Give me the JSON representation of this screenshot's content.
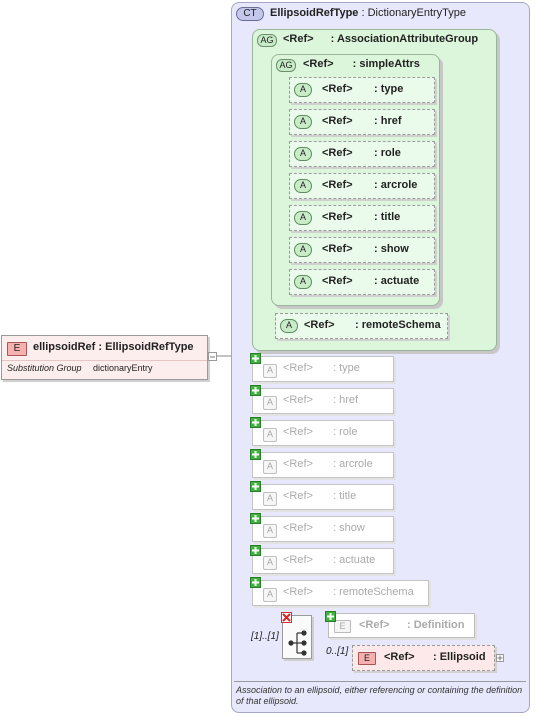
{
  "complex_type": {
    "badge": "CT",
    "title": "EllipsoidRefType",
    "base": ": DictionaryEntryType"
  },
  "element": {
    "badge": "E",
    "title": "ellipsoidRef : EllipsoidRefType",
    "subst_label": "Substitution Group",
    "subst_value": "dictionaryEntry"
  },
  "attribute_group": {
    "badge": "AG",
    "ref": "<Ref>",
    "name": ": AssociationAttributeGroup"
  },
  "inner_group": {
    "badge": "AG",
    "ref": "<Ref>",
    "name": ": simpleAttrs"
  },
  "inner_attributes": [
    {
      "badge": "A",
      "ref": "<Ref>",
      "name": ": type"
    },
    {
      "badge": "A",
      "ref": "<Ref>",
      "name": ": href"
    },
    {
      "badge": "A",
      "ref": "<Ref>",
      "name": ": role"
    },
    {
      "badge": "A",
      "ref": "<Ref>",
      "name": ": arcrole"
    },
    {
      "badge": "A",
      "ref": "<Ref>",
      "name": ": title"
    },
    {
      "badge": "A",
      "ref": "<Ref>",
      "name": ": show"
    },
    {
      "badge": "A",
      "ref": "<Ref>",
      "name": ": actuate"
    }
  ],
  "remote_schema": {
    "badge": "A",
    "ref": "<Ref>",
    "name": ": remoteSchema"
  },
  "outer_attributes": [
    {
      "badge": "A",
      "ref": "<Ref>",
      "name": ": type"
    },
    {
      "badge": "A",
      "ref": "<Ref>",
      "name": ": href"
    },
    {
      "badge": "A",
      "ref": "<Ref>",
      "name": ": role"
    },
    {
      "badge": "A",
      "ref": "<Ref>",
      "name": ": arcrole"
    },
    {
      "badge": "A",
      "ref": "<Ref>",
      "name": ": title"
    },
    {
      "badge": "A",
      "ref": "<Ref>",
      "name": ": show"
    },
    {
      "badge": "A",
      "ref": "<Ref>",
      "name": ": actuate"
    },
    {
      "badge": "A",
      "ref": "<Ref>",
      "name": ": remoteSchema"
    }
  ],
  "choice": {
    "multiplicity": "[1]..[1]"
  },
  "definition": {
    "badge": "E",
    "ref": "<Ref>",
    "name": ": Definition"
  },
  "ellipsoid": {
    "badge": "E",
    "ref": "<Ref>",
    "name": ": Ellipsoid",
    "multiplicity": "0..[1]"
  },
  "documentation": "Association to an ellipsoid, either referencing or containing the definition of that ellipsoid.",
  "colors": {
    "ct_panel": "#e7e8fb",
    "ag_panel": "#dcf6dc",
    "attr_badge": "#c8ecc8",
    "element_bg": "#fde9e9",
    "element_badge": "#f6b0b0"
  }
}
